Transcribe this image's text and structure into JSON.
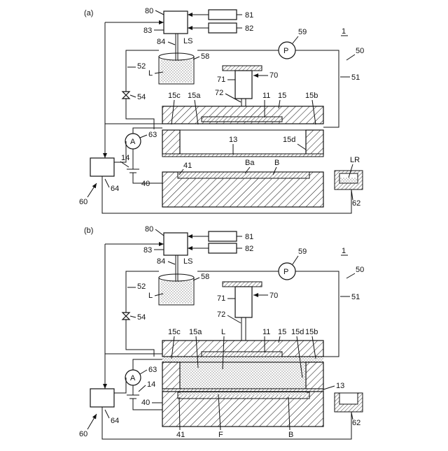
{
  "panels": [
    {
      "id": "a",
      "tag": "(a)",
      "labels": {
        "n80": "80",
        "n81": "81",
        "n82": "82",
        "n83": "83",
        "n84": "84",
        "LS": "LS",
        "n58": "58",
        "L": "L",
        "n59": "59",
        "n1": "1",
        "n50": "50",
        "n51": "51",
        "n52": "52",
        "n54": "54",
        "n70": "70",
        "n71": "71",
        "n72": "72",
        "n11": "11",
        "n15": "15",
        "n15a": "15a",
        "n15b": "15b",
        "n15c": "15c",
        "n15d": "15d",
        "n13": "13",
        "n63": "63",
        "n14": "14",
        "n40": "40",
        "n41": "41",
        "Ba": "Ba",
        "B": "B",
        "LR": "LR",
        "n62": "62",
        "n64": "64",
        "n60": "60",
        "P": "P",
        "A": "A"
      }
    },
    {
      "id": "b",
      "tag": "(b)",
      "labels": {
        "n80": "80",
        "n81": "81",
        "n82": "82",
        "n83": "83",
        "n84": "84",
        "LS": "LS",
        "n58": "58",
        "L": "L",
        "n59": "59",
        "n1": "1",
        "n50": "50",
        "n51": "51",
        "n52": "52",
        "n54": "54",
        "n70": "70",
        "n71": "71",
        "n72": "72",
        "n11": "11",
        "n15": "15",
        "n15a": "15a",
        "n15b": "15b",
        "n15c": "15c",
        "n15d": "15d",
        "n13": "13",
        "n63": "63",
        "n14": "14",
        "n40": "40",
        "n41": "41",
        "F": "F",
        "B": "B",
        "n62": "62",
        "n64": "64",
        "n60": "60",
        "L2": "L",
        "P": "P",
        "A": "A"
      }
    }
  ]
}
